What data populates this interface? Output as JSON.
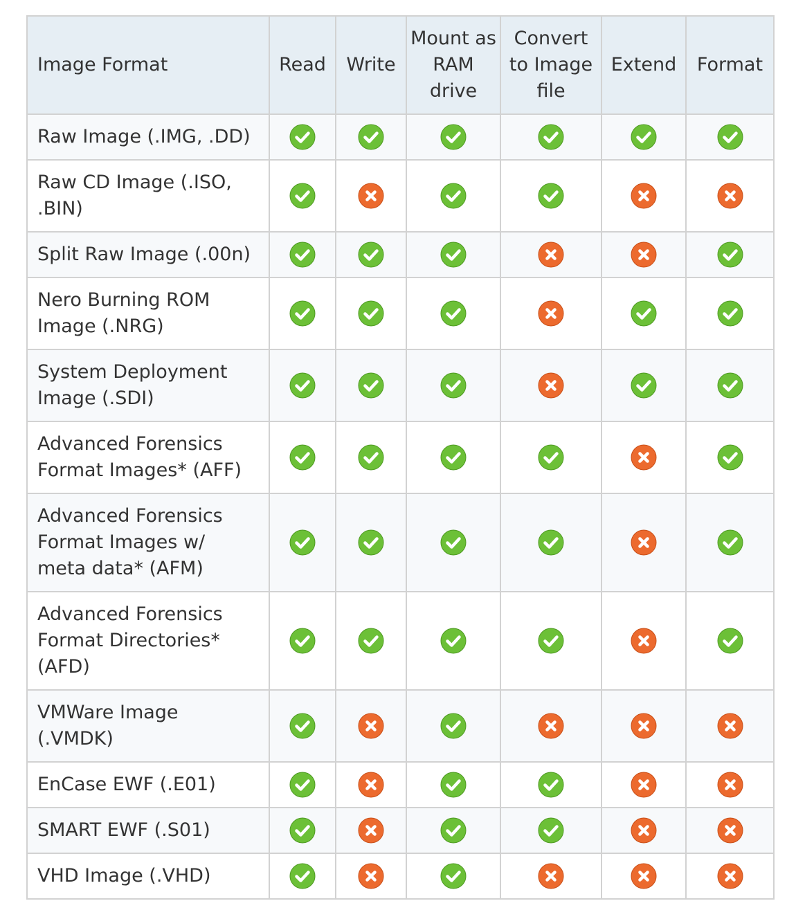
{
  "colors": {
    "check": "#6cc037",
    "cross": "#ec6a2e",
    "header_bg": "#e6eef4",
    "border": "#d2d2d2"
  },
  "icons": {
    "yes": "check-circle-icon",
    "no": "cross-circle-icon"
  },
  "table": {
    "headers": [
      "Image Format",
      "Read",
      "Write",
      "Mount as RAM drive",
      "Convert to Image file",
      "Extend",
      "Format"
    ],
    "rows": [
      {
        "name": "Raw Image (.IMG, .DD)",
        "values": [
          true,
          true,
          true,
          true,
          true,
          true
        ]
      },
      {
        "name": "Raw CD Image (.ISO, .BIN)",
        "values": [
          true,
          false,
          true,
          true,
          false,
          false
        ]
      },
      {
        "name": "Split Raw Image (.00n)",
        "values": [
          true,
          true,
          true,
          false,
          false,
          true
        ]
      },
      {
        "name": "Nero Burning ROM Image (.NRG)",
        "values": [
          true,
          true,
          true,
          false,
          true,
          true
        ]
      },
      {
        "name": "System Deployment Image (.SDI)",
        "values": [
          true,
          true,
          true,
          false,
          true,
          true
        ]
      },
      {
        "name": "Advanced Forensics Format Images* (AFF)",
        "values": [
          true,
          true,
          true,
          true,
          false,
          true
        ]
      },
      {
        "name": "Advanced Forensics Format Images w/ meta data* (AFM)",
        "values": [
          true,
          true,
          true,
          true,
          false,
          true
        ]
      },
      {
        "name": "Advanced Forensics Format Directories* (AFD)",
        "values": [
          true,
          true,
          true,
          true,
          false,
          true
        ]
      },
      {
        "name": "VMWare Image (.VMDK)",
        "values": [
          true,
          false,
          true,
          false,
          false,
          false
        ]
      },
      {
        "name": "EnCase EWF (.E01)",
        "values": [
          true,
          false,
          true,
          true,
          false,
          false
        ]
      },
      {
        "name": "SMART EWF (.S01)",
        "values": [
          true,
          false,
          true,
          true,
          false,
          false
        ]
      },
      {
        "name": "VHD Image (.VHD)",
        "values": [
          true,
          false,
          true,
          false,
          false,
          false
        ]
      }
    ]
  }
}
